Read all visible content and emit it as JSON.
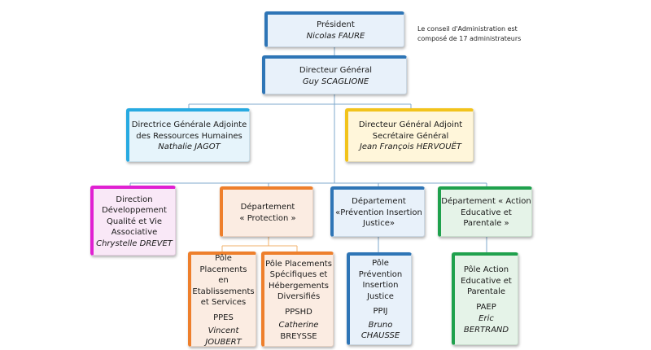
{
  "note": {
    "line1": "Le conseil d'Administration est",
    "line2": "composé de 17 administrateurs"
  },
  "president": {
    "title": "Président",
    "name": "Nicolas FAURE"
  },
  "dg": {
    "title": "Directeur Général",
    "name": "Guy SCAGLIONE"
  },
  "dgarh": {
    "line1": "Directrice Générale Adjointe",
    "line2": "des Ressources Humaines",
    "name": "Nathalie JAGOT"
  },
  "dga": {
    "line1": "Directeur Général Adjoint",
    "line2": "Secrétaire Général",
    "name": "Jean François HERVOUËT"
  },
  "ddqva": {
    "line1": "Direction",
    "line2": "Développement",
    "line3": "Qualité et Vie",
    "line4": "Associative",
    "name": "Chrystelle DREVET"
  },
  "dept_protection": {
    "line1": "Département",
    "line2": "« Protection »"
  },
  "dept_ppij": {
    "line1": "Département",
    "line2": "«Prévention Insertion",
    "line3": "Justice»"
  },
  "dept_paep": {
    "line1": "Département « Action",
    "line2": "Educative et",
    "line3": "Parentale »"
  },
  "ppes": {
    "line1": "Pôle Placements",
    "line2": "en",
    "line3": "Etablissements",
    "line4": "et Services",
    "code": "PPES",
    "name": "Vincent JOUBERT"
  },
  "ppshd": {
    "line1": "Pôle Placements",
    "line2": "Spécifiques et",
    "line3": "Hébergements",
    "line4": "Diversifiés",
    "code": "PPSHD",
    "name1": "Catherine",
    "name2": "BREYSSE"
  },
  "ppij": {
    "line1": "Pôle",
    "line2": "Prévention",
    "line3": "Insertion",
    "line4": "Justice",
    "code": "PPIJ",
    "name": "Bruno CHAUSSE"
  },
  "paep": {
    "line1": "Pôle Action",
    "line2": "Educative et",
    "line3": "Parentale",
    "code": "PAEP",
    "name": "Eric BERTRAND"
  },
  "colors": {
    "connector": "#7fa8cc",
    "connector_orange": "#f2b26b",
    "blue": "#2e75b6",
    "cyan": "#27aae1",
    "gold": "#f2c31b",
    "magenta": "#e020d2",
    "orange": "#ee7f2c",
    "green": "#1fa14d"
  }
}
